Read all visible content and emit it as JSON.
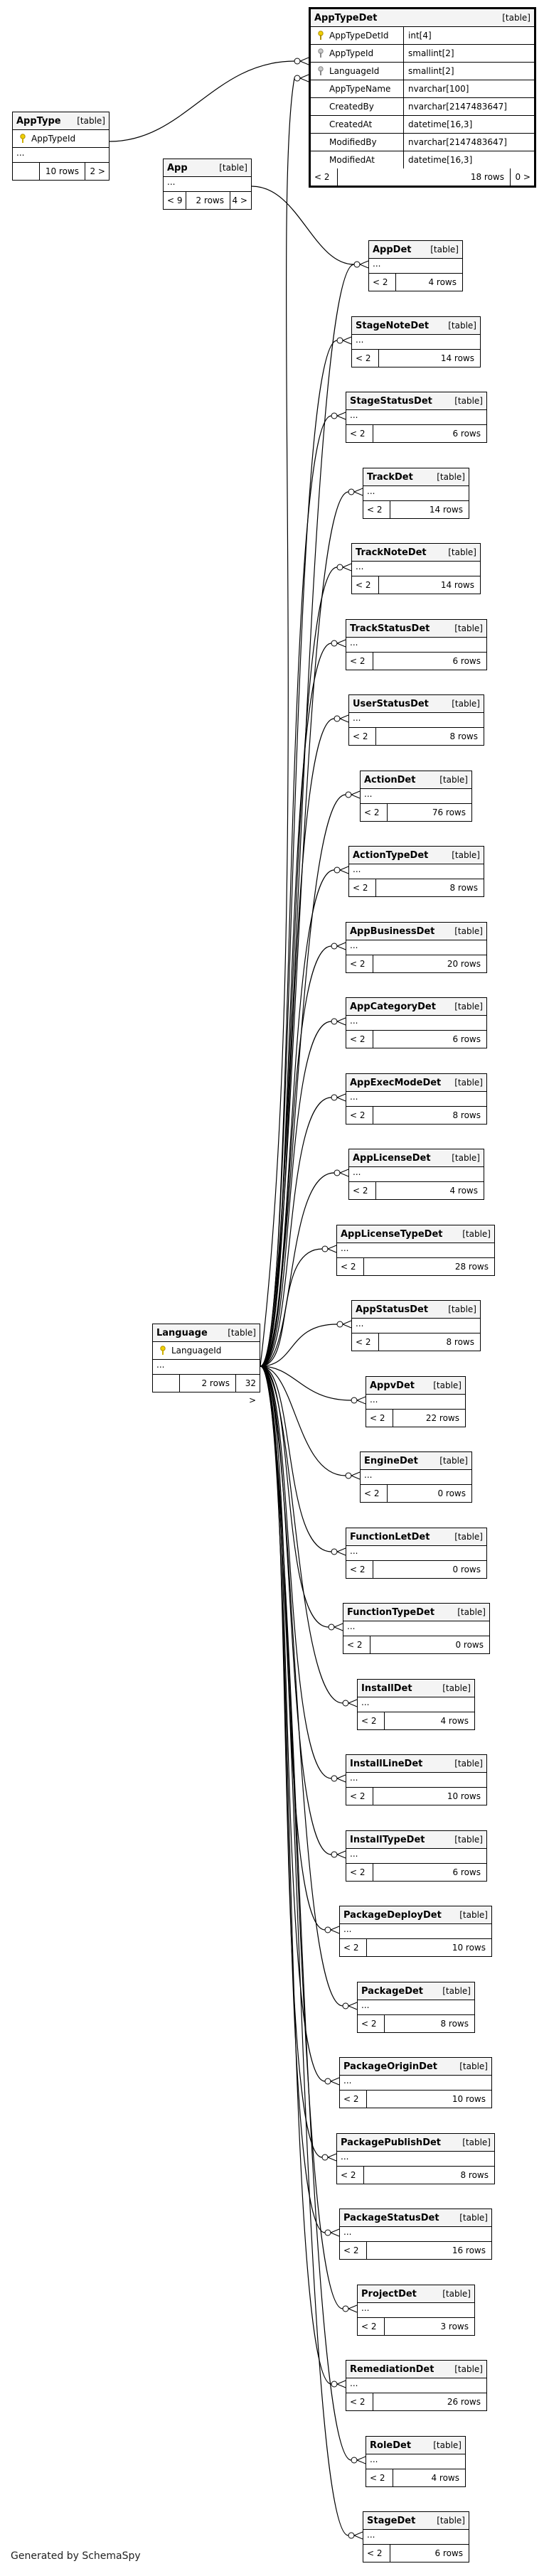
{
  "footer": "Generated by SchemaSpy",
  "table_kind": "[table]",
  "ellipsis": "...",
  "app_type_det": {
    "name": "AppTypeDet",
    "columns": [
      {
        "name": "AppTypeDetId",
        "type": "int[4]",
        "key": "pk"
      },
      {
        "name": "AppTypeId",
        "type": "smallint[2]",
        "key": "fk"
      },
      {
        "name": "LanguageId",
        "type": "smallint[2]",
        "key": "fk"
      },
      {
        "name": "AppTypeName",
        "type": "nvarchar[100]",
        "key": ""
      },
      {
        "name": "CreatedBy",
        "type": "nvarchar[2147483647]",
        "key": ""
      },
      {
        "name": "CreatedAt",
        "type": "datetime[16,3]",
        "key": ""
      },
      {
        "name": "ModifiedBy",
        "type": "nvarchar[2147483647]",
        "key": ""
      },
      {
        "name": "ModifiedAt",
        "type": "datetime[16,3]",
        "key": ""
      }
    ],
    "parents": "< 2",
    "rows": "18 rows",
    "children": "0 >"
  },
  "app_type": {
    "name": "AppType",
    "column": "AppTypeId",
    "rows": "10 rows",
    "children": "2 >"
  },
  "app": {
    "name": "App",
    "parents": "< 9",
    "rows": "2 rows",
    "children": "4 >"
  },
  "language": {
    "name": "Language",
    "column": "LanguageId",
    "rows": "2 rows",
    "children": "32 >"
  },
  "child_tables": [
    {
      "name": "AppDet",
      "parents": "< 2",
      "rows": "4 rows"
    },
    {
      "name": "StageNoteDet",
      "parents": "< 2",
      "rows": "14 rows"
    },
    {
      "name": "StageStatusDet",
      "parents": "< 2",
      "rows": "6 rows"
    },
    {
      "name": "TrackDet",
      "parents": "< 2",
      "rows": "14 rows"
    },
    {
      "name": "TrackNoteDet",
      "parents": "< 2",
      "rows": "14 rows"
    },
    {
      "name": "TrackStatusDet",
      "parents": "< 2",
      "rows": "6 rows"
    },
    {
      "name": "UserStatusDet",
      "parents": "< 2",
      "rows": "8 rows"
    },
    {
      "name": "ActionDet",
      "parents": "< 2",
      "rows": "76 rows"
    },
    {
      "name": "ActionTypeDet",
      "parents": "< 2",
      "rows": "8 rows"
    },
    {
      "name": "AppBusinessDet",
      "parents": "< 2",
      "rows": "20 rows"
    },
    {
      "name": "AppCategoryDet",
      "parents": "< 2",
      "rows": "6 rows"
    },
    {
      "name": "AppExecModeDet",
      "parents": "< 2",
      "rows": "8 rows"
    },
    {
      "name": "AppLicenseDet",
      "parents": "< 2",
      "rows": "4 rows"
    },
    {
      "name": "AppLicenseTypeDet",
      "parents": "< 2",
      "rows": "28 rows"
    },
    {
      "name": "AppStatusDet",
      "parents": "< 2",
      "rows": "8 rows"
    },
    {
      "name": "AppvDet",
      "parents": "< 2",
      "rows": "22 rows"
    },
    {
      "name": "EngineDet",
      "parents": "< 2",
      "rows": "0 rows"
    },
    {
      "name": "FunctionLetDet",
      "parents": "< 2",
      "rows": "0 rows"
    },
    {
      "name": "FunctionTypeDet",
      "parents": "< 2",
      "rows": "0 rows"
    },
    {
      "name": "InstallDet",
      "parents": "< 2",
      "rows": "4 rows"
    },
    {
      "name": "InstallLineDet",
      "parents": "< 2",
      "rows": "10 rows"
    },
    {
      "name": "InstallTypeDet",
      "parents": "< 2",
      "rows": "6 rows"
    },
    {
      "name": "PackageDeployDet",
      "parents": "< 2",
      "rows": "10 rows"
    },
    {
      "name": "PackageDet",
      "parents": "< 2",
      "rows": "8 rows"
    },
    {
      "name": "PackageOriginDet",
      "parents": "< 2",
      "rows": "10 rows"
    },
    {
      "name": "PackagePublishDet",
      "parents": "< 2",
      "rows": "8 rows"
    },
    {
      "name": "PackageStatusDet",
      "parents": "< 2",
      "rows": "16 rows"
    },
    {
      "name": "ProjectDet",
      "parents": "< 2",
      "rows": "3 rows"
    },
    {
      "name": "RemediationDet",
      "parents": "< 2",
      "rows": "26 rows"
    },
    {
      "name": "RoleDet",
      "parents": "< 2",
      "rows": "4 rows"
    },
    {
      "name": "StageDet",
      "parents": "< 2",
      "rows": "6 rows"
    }
  ]
}
